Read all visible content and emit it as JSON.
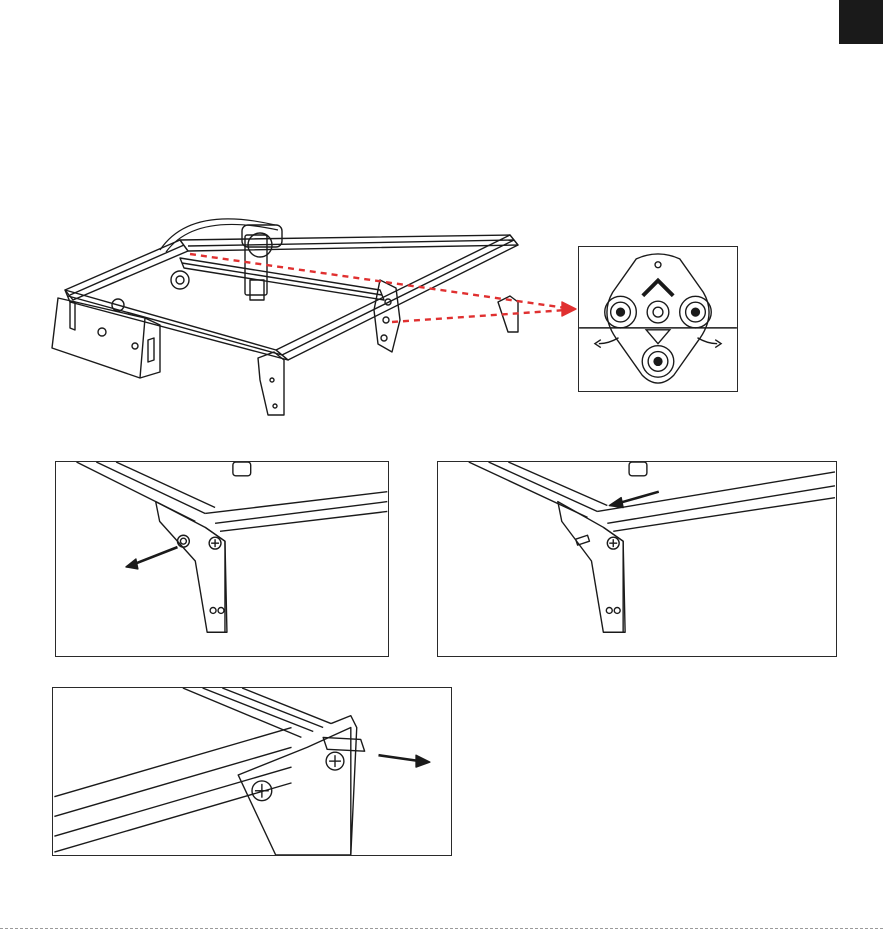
{
  "page": {
    "background": "#ffffff",
    "ink": "#1a1a1a",
    "accent": "#e03030",
    "corner_tab_color": "#1a1a1a"
  },
  "figures": [
    {
      "id": "overview",
      "icon": "laser-engraver-frame-illustration",
      "callout": "roller-wheel-detail-inset"
    },
    {
      "id": "step-1",
      "icon": "corner-bracket-pull-left-illustration"
    },
    {
      "id": "step-2",
      "icon": "corner-bracket-slide-left-illustration"
    },
    {
      "id": "step-3",
      "icon": "corner-bracket-pull-right-illustration"
    }
  ]
}
